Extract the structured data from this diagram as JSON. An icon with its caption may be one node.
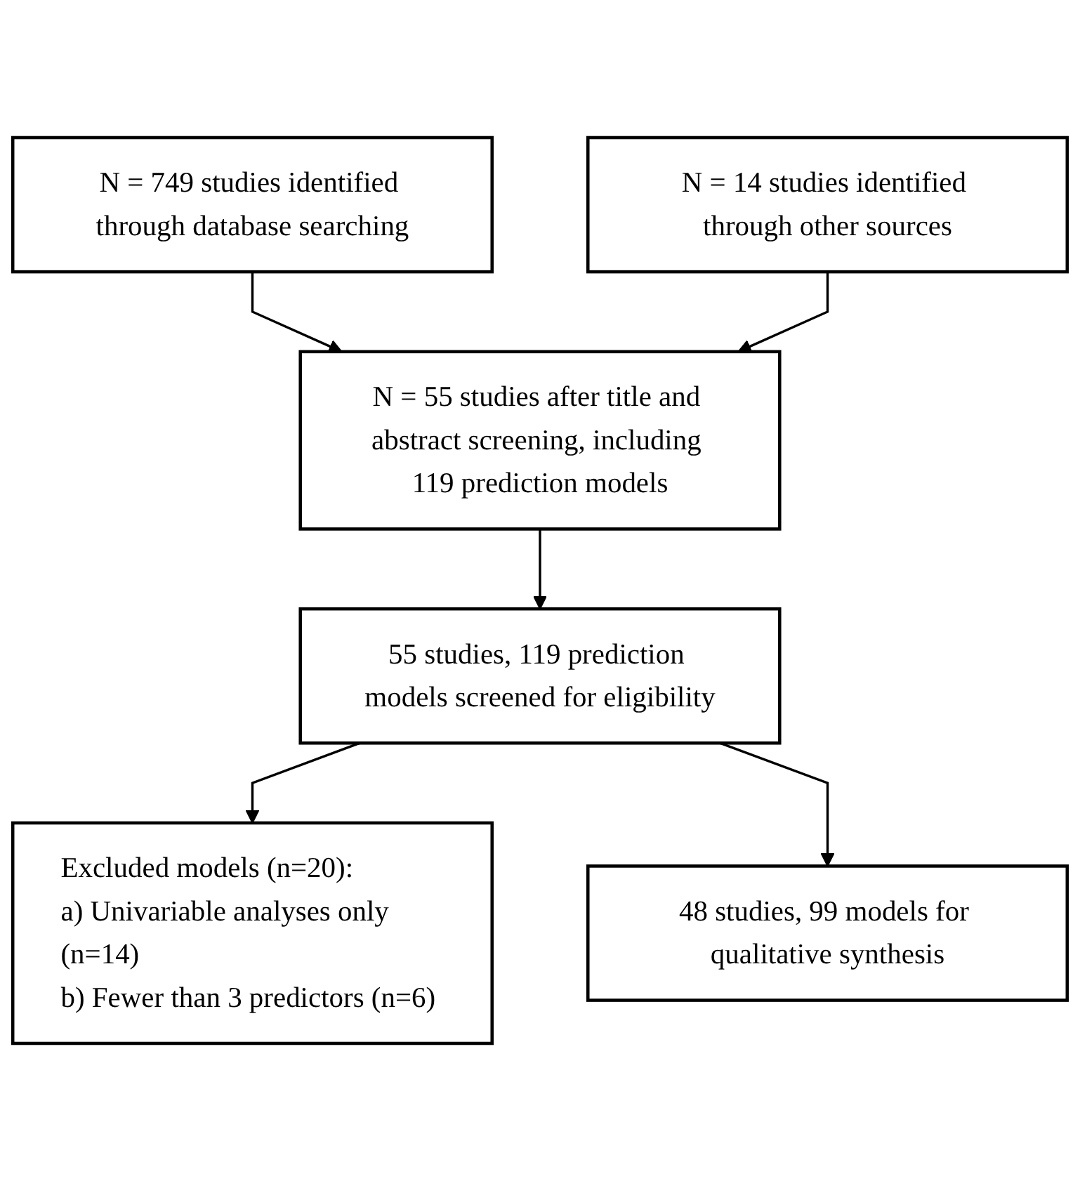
{
  "diagram": {
    "nodes": [
      {
        "text": [
          "N = 749 studies identified through database searching"
        ]
      },
      {
        "text": [
          "N = 14 studies identified through other sources"
        ]
      },
      {
        "text": [
          "N = 55 studies after title and abstract screening, including 119 prediction models"
        ]
      },
      {
        "text": [
          "55 studies, 119 prediction models screened for eligibility"
        ]
      },
      {
        "text": [
          "Excluded models (n=20):",
          "a) Univariable analyses only (n=14)",
          "b) Fewer than 3 predictors (n=6)"
        ]
      },
      {
        "text": [
          "48 studies, 99 models for qualitative synthesis"
        ]
      }
    ],
    "edges": [
      {
        "from": 0,
        "to": 2,
        "arrow": "to"
      },
      {
        "from": 1,
        "to": 2,
        "arrow": "to"
      },
      {
        "from": 2,
        "to": 3,
        "arrow": "to"
      },
      {
        "from": 3,
        "to": 4,
        "arrow": "to"
      },
      {
        "from": 3,
        "to": 5,
        "arrow": "to"
      }
    ]
  }
}
